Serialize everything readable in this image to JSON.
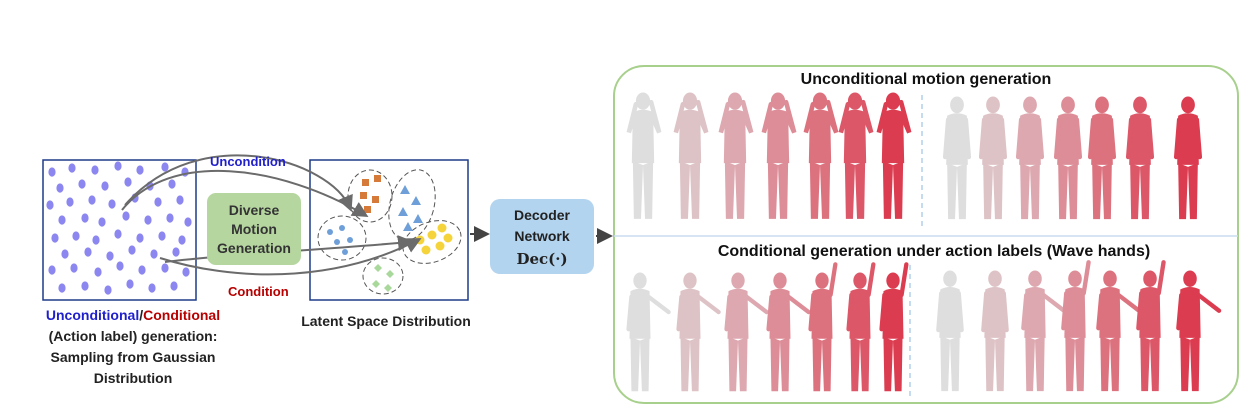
{
  "left_caption": {
    "line1_a": "Unconditional",
    "line1_sep": "/",
    "line1_b": "Conditional",
    "line2": "(Action label) generation:",
    "line3": "Sampling from Gaussian",
    "line4": "Distribution"
  },
  "arrows": {
    "uncondition": "Uncondition",
    "condition": "Condition"
  },
  "diverse_box": {
    "line1": "Diverse",
    "line2": "Motion",
    "line3": "Generation"
  },
  "latent_caption": "Latent Space Distribution",
  "decoder": {
    "line1": "Decoder",
    "line2": "Network",
    "line3": "Dec(·)"
  },
  "panel": {
    "top_title": "Unconditional motion generation",
    "bottom_title": "Conditional generation under action labels (Wave hands)"
  },
  "colors": {
    "blue_text": "#1f1fcc",
    "red_text": "#b80000",
    "dot": "#8b86f0",
    "box_border": "#1f3c88",
    "diverse_bg": "#b6d6a0",
    "decoder_bg": "#b3d4ef",
    "panel_border": "#a8d08d",
    "square": "#d67a3a",
    "triangle": "#6f9fd8",
    "circle": "#6f9fd8",
    "star": "#f5d33a",
    "diamond": "#a8d89a"
  }
}
